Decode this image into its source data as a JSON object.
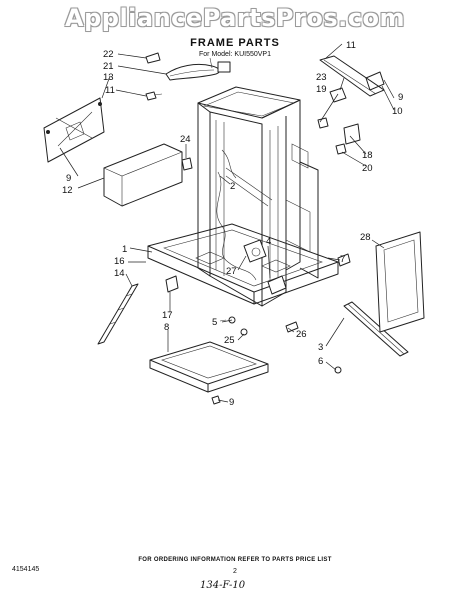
{
  "watermark": "AppliancePartsPros.com",
  "title": "FRAME PARTS",
  "model_line": "For Model: KUI550VP1",
  "footer": {
    "ordering_info": "FOR ORDERING INFORMATION REFER TO PARTS PRICE LIST",
    "doc_number": "4154145",
    "page_number": "2",
    "handwritten_code": "134-F-10"
  },
  "callouts": [
    "22",
    "21",
    "13",
    "11",
    "9",
    "12",
    "24",
    "2",
    "1",
    "16",
    "14",
    "17",
    "8",
    "25",
    "5",
    "27",
    "4",
    "7",
    "26",
    "3",
    "6",
    "23",
    "19",
    "18",
    "20",
    "10",
    "28"
  ]
}
